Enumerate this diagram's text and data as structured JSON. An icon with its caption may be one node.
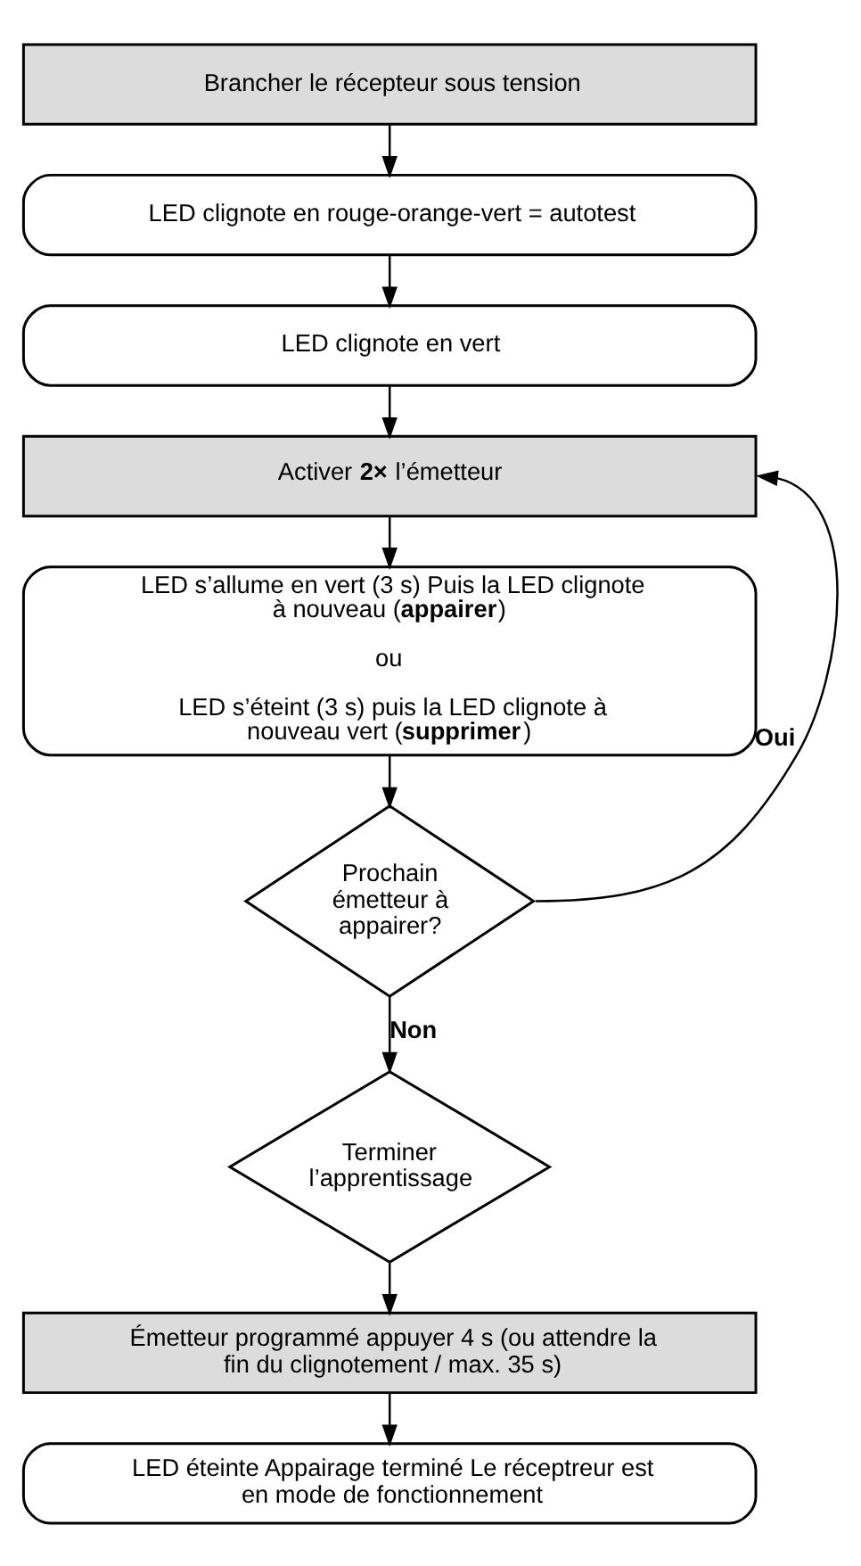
{
  "diagram": {
    "nodes": [
      {
        "text": [
          "Brancher le récepteur sous tension"
        ]
      },
      {
        "text": [
          "LED clignote en rouge-orange-vert = autotest"
        ]
      },
      {
        "text": [
          "LED clignote en vert"
        ]
      },
      {
        "text": [
          "Activer **2×** l’émetteur"
        ]
      },
      {
        "text": [
          "LED s’allume en vert (3 s) Puis la LED clignote à nouveau (**appairer**)",
          "ou",
          "LED s’éteint (3 s) puis la LED clignote à nouveau vert (**supprimer**)"
        ]
      },
      {
        "text": [
          "Prochain émetteur à appairer?"
        ]
      },
      {
        "text": [
          "Terminer l’apprentissage"
        ]
      },
      {
        "text": [
          "Émetteur programmé appuyer 4 s (ou attendre la fin du clignotement / max. 35 s)"
        ]
      },
      {
        "text": [
          "LED éteinte Appairage terminé Le réceptreur est en mode de fonctionnement"
        ]
      }
    ],
    "edges": [
      {
        "from": 0,
        "to": 1,
        "arrow": "to"
      },
      {
        "from": 1,
        "to": 2,
        "arrow": "to"
      },
      {
        "from": 2,
        "to": 3,
        "arrow": "to"
      },
      {
        "from": 3,
        "to": 4,
        "arrow": "to"
      },
      {
        "from": 4,
        "to": 5,
        "arrow": "to"
      },
      {
        "from": 5,
        "to": 6,
        "arrow": "to",
        "label": "**Non**"
      },
      {
        "from": 5,
        "to": 3,
        "arrow": "to",
        "label": "**Oui**"
      },
      {
        "from": 6,
        "to": 7,
        "arrow": "to"
      },
      {
        "from": 7,
        "to": 8,
        "arrow": "to"
      }
    ]
  }
}
